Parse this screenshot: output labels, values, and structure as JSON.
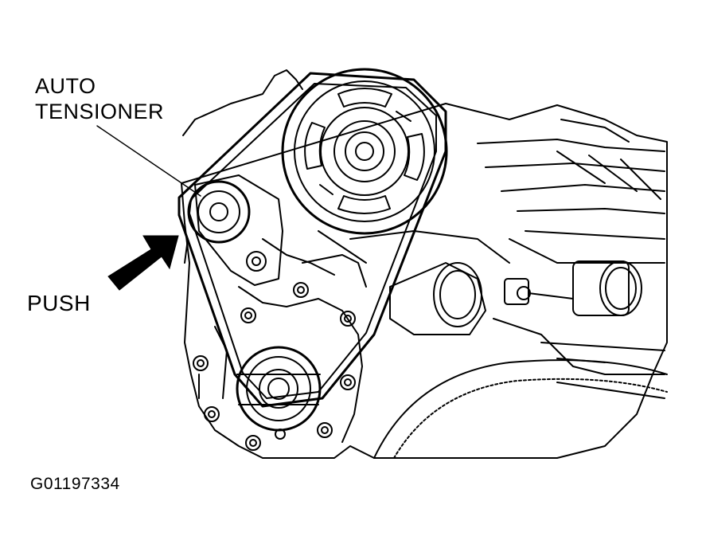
{
  "diagram": {
    "labels": {
      "auto_tensioner_line1": "AUTO",
      "auto_tensioner_line2": "TENSIONER",
      "push": "PUSH",
      "figure_code": "G01197334"
    },
    "colors": {
      "ink": "#000000",
      "paper": "#ffffff"
    }
  }
}
